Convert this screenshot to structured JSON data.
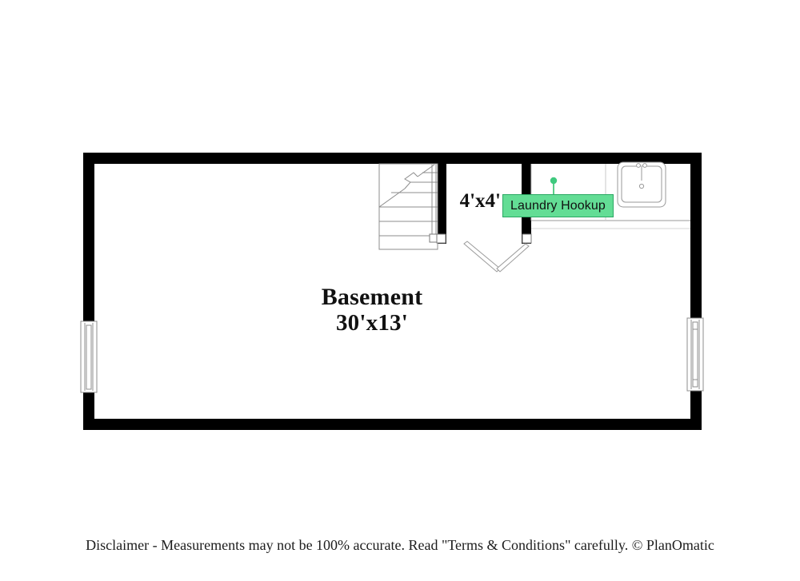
{
  "document": {
    "type": "floor-plan",
    "title": "Basement Floor Plan",
    "background_color": "#ffffff",
    "wall_color": "#000000",
    "line_color": "#9a9a9a"
  },
  "rooms": [
    {
      "id": "basement",
      "name": "Basement",
      "dimensions": "30'x13'"
    },
    {
      "id": "laundry-closet",
      "name": "",
      "dimensions": "4'x4'"
    }
  ],
  "annotations": [
    {
      "id": "laundry-hookup",
      "label": "Laundry Hookup",
      "marker": "pin",
      "fill_color": "#63dd95",
      "border_color": "#2aa863",
      "text_color": "#111111"
    }
  ],
  "fixtures": [
    {
      "id": "staircase",
      "name": "staircase-icon"
    },
    {
      "id": "sink",
      "name": "sink-icon"
    },
    {
      "id": "counter",
      "name": "counter-icon"
    },
    {
      "id": "window-left",
      "name": "window-icon"
    },
    {
      "id": "window-right",
      "name": "window-icon"
    },
    {
      "id": "bifold-door",
      "name": "bifold-door-icon"
    }
  ],
  "footer": {
    "disclaimer": "Disclaimer - Measurements may not be 100% accurate. Read \"Terms & Conditions\" carefully. © PlanOmatic"
  }
}
